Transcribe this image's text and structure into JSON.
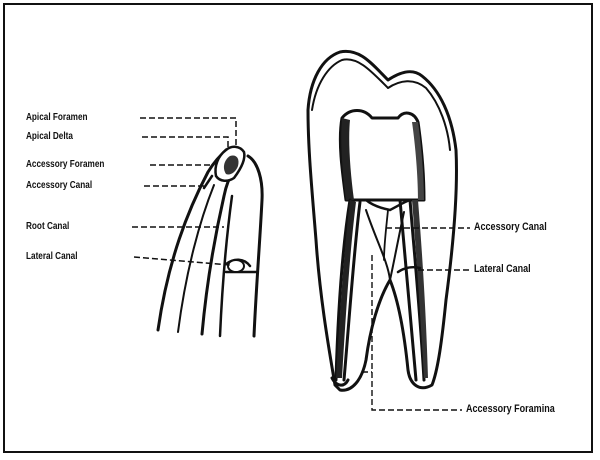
{
  "diagram": {
    "left_labels": {
      "apical_foramen": "Apical Foramen",
      "apical_delta": "Apical Delta",
      "accessory_foramen": "Accessory Foramen",
      "accessory_canal": "Accessory Canal",
      "root_canal": "Root Canal",
      "lateral_canal": "Lateral Canal"
    },
    "right_labels": {
      "accessory_canal": "Accessory Canal",
      "lateral_canal": "Lateral Canal",
      "accessory_foramina": "Accessory Foramina"
    }
  }
}
